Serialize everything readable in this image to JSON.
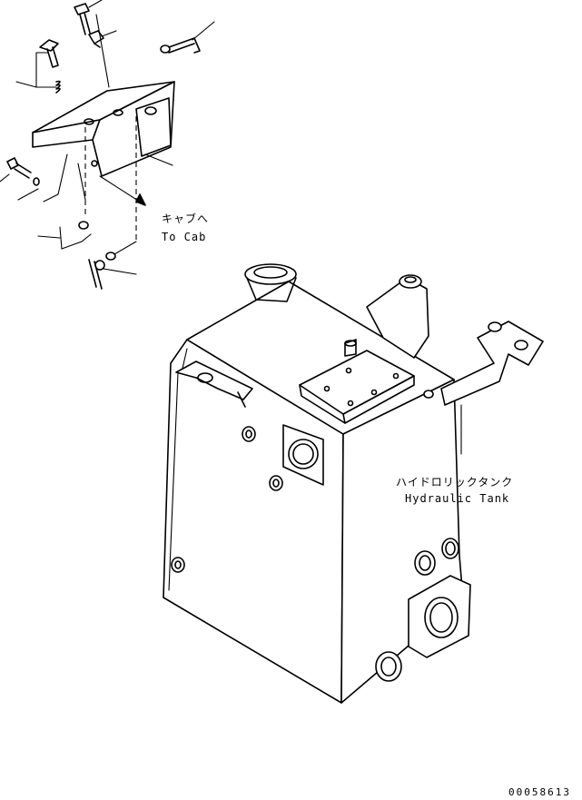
{
  "labels": {
    "cab_jp": "キャブへ",
    "cab_en": "To Cab",
    "tank_jp": "ハイドロリックタンク",
    "tank_en": "Hydraulic Tank",
    "drawing_number": "00058613"
  },
  "colors": {
    "line": "#000000",
    "background": "#ffffff"
  }
}
